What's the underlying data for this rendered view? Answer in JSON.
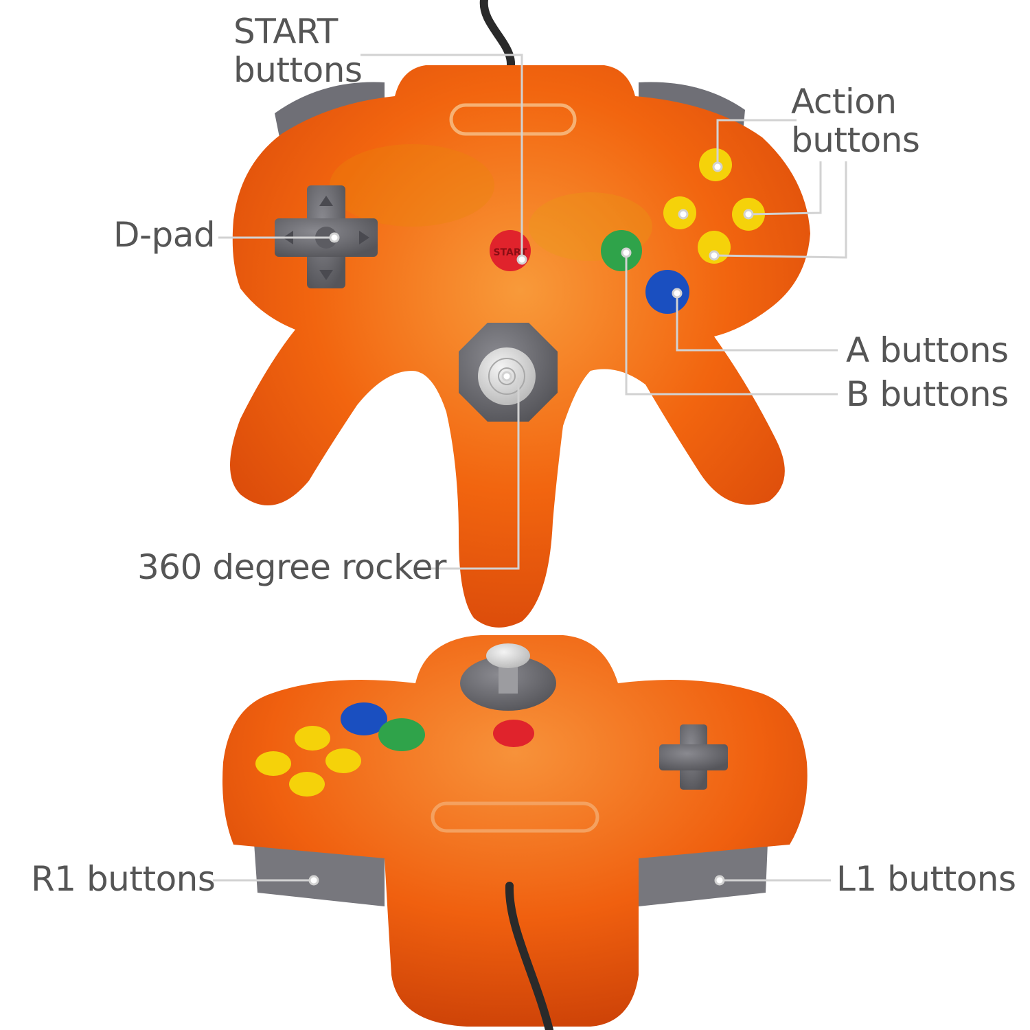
{
  "labels": {
    "start_line1": "START",
    "start_line2": "buttons",
    "action_line1": "Action",
    "action_line2": "buttons",
    "dpad": "D-pad",
    "a_buttons": "A buttons",
    "b_buttons": "B buttons",
    "rocker": "360 degree rocker",
    "r1": "R1 buttons",
    "l1": "L1 buttons"
  },
  "colors": {
    "body": "#f2600f",
    "body_dark": "#d64a05",
    "gray_plastic": "#6b6b70",
    "start": "#e0232c",
    "a_button": "#1a4fc0",
    "b_button": "#2fa34a",
    "c_buttons": "#f5d20a",
    "callout_line": "#cfcfcf",
    "label_text": "#555555"
  },
  "icons": [
    "controller-top-photo",
    "controller-front-photo"
  ]
}
